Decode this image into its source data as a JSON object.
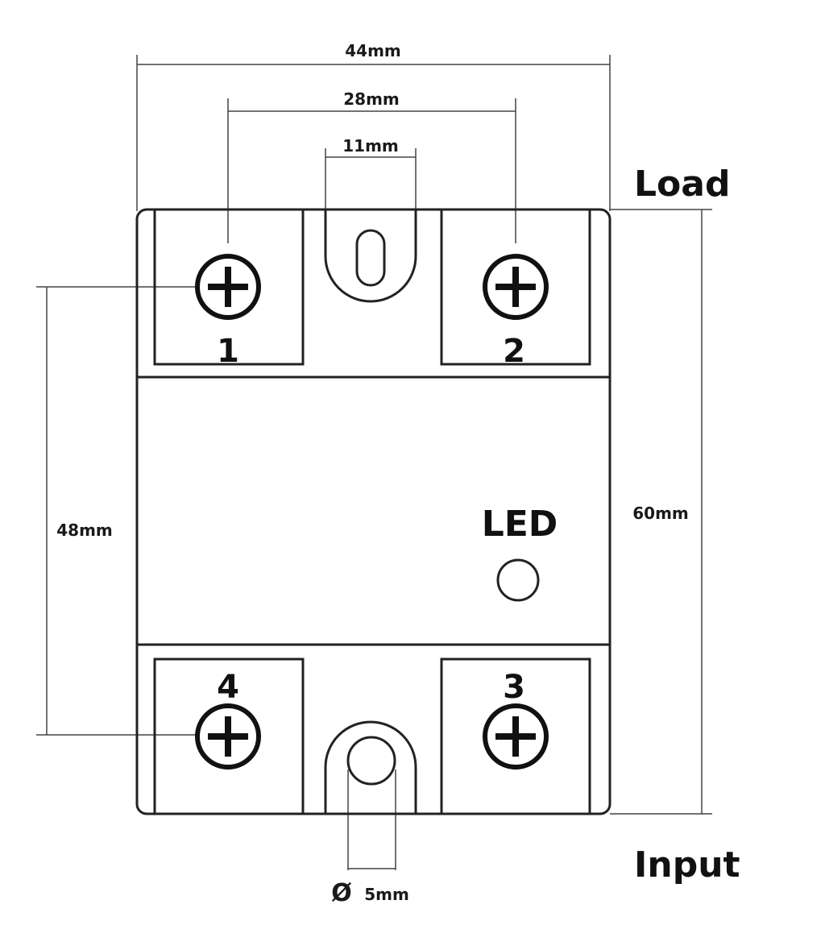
{
  "dimensions": {
    "width_total": "44mm",
    "terminal_spacing": "28mm",
    "slot_width": "11mm",
    "height_total": "60mm",
    "hole_spacing": "48mm",
    "hole_diameter_symbol": "Ø",
    "hole_diameter": "5mm"
  },
  "labels": {
    "load": "Load",
    "input": "Input",
    "led": "LED"
  },
  "terminals": {
    "t1": "1",
    "t2": "2",
    "t3": "3",
    "t4": "4"
  }
}
